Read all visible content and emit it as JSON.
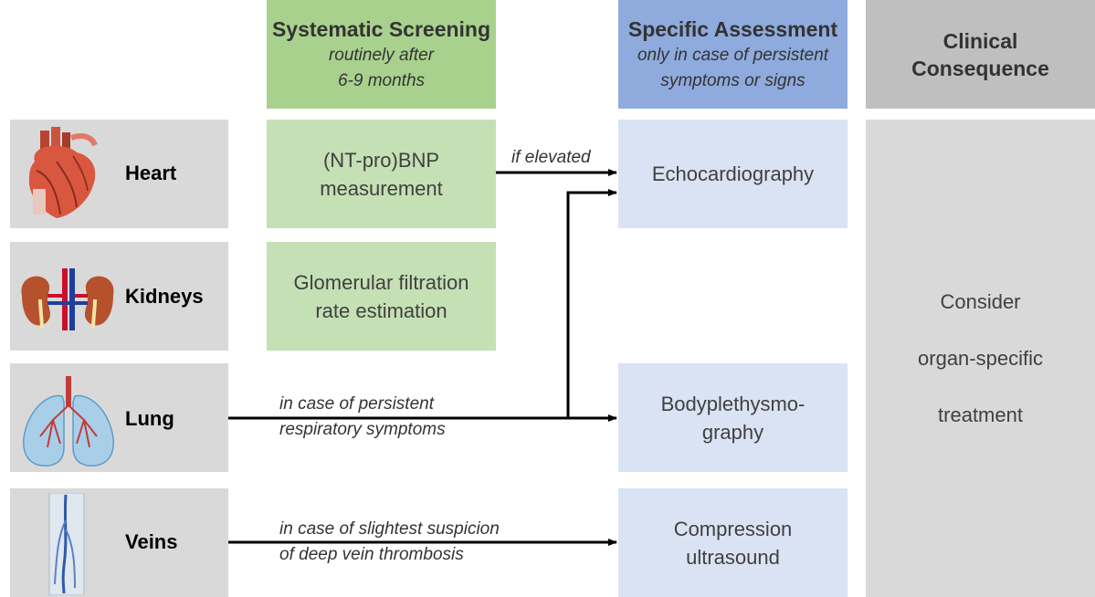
{
  "headers": {
    "screening_title": "Systematic Screening",
    "screening_sub1": "routinely after",
    "screening_sub2": "6-9 months",
    "assessment_title": "Specific Assessment",
    "assessment_sub1": "only in case of persistent",
    "assessment_sub2": "symptoms or signs",
    "consequence_line1": "Clinical",
    "consequence_line2": "Consequence"
  },
  "organs": {
    "heart": "Heart",
    "kidneys": "Kidneys",
    "lung": "Lung",
    "veins": "Veins"
  },
  "screening": {
    "heart_line1": "(NT-pro)BNP",
    "heart_line2": "measurement",
    "kidney_line1": "Glomerular filtration",
    "kidney_line2": "rate estimation"
  },
  "assessment": {
    "echo": "Echocardiography",
    "body_line1": "Bodyplethysmo-",
    "body_line2": "graphy",
    "comp_line1": "Compression",
    "comp_line2": "ultrasound"
  },
  "consequence": {
    "line1": "Consider",
    "line2": "organ-specific",
    "line3": "treatment"
  },
  "notes": {
    "if_elevated": "if elevated",
    "lung_line1": "in case of persistent",
    "lung_line2": "respiratory symptoms",
    "veins_line1": "in case of slightest suspicion",
    "veins_line2": "of deep vein thrombosis"
  },
  "colors": {
    "screening_header": "#a9d18e",
    "screening_cell": "#c5e0b4",
    "assessment_header": "#8faadc",
    "assessment_cell": "#dae3f3",
    "consequence_header": "#bfbfbf",
    "consequence_cell": "#d9d9d9",
    "organ_cell": "#d9d9d9"
  },
  "icons": [
    "heart-organ-icon",
    "kidneys-organ-icon",
    "lungs-organ-icon",
    "veins-organ-icon"
  ]
}
